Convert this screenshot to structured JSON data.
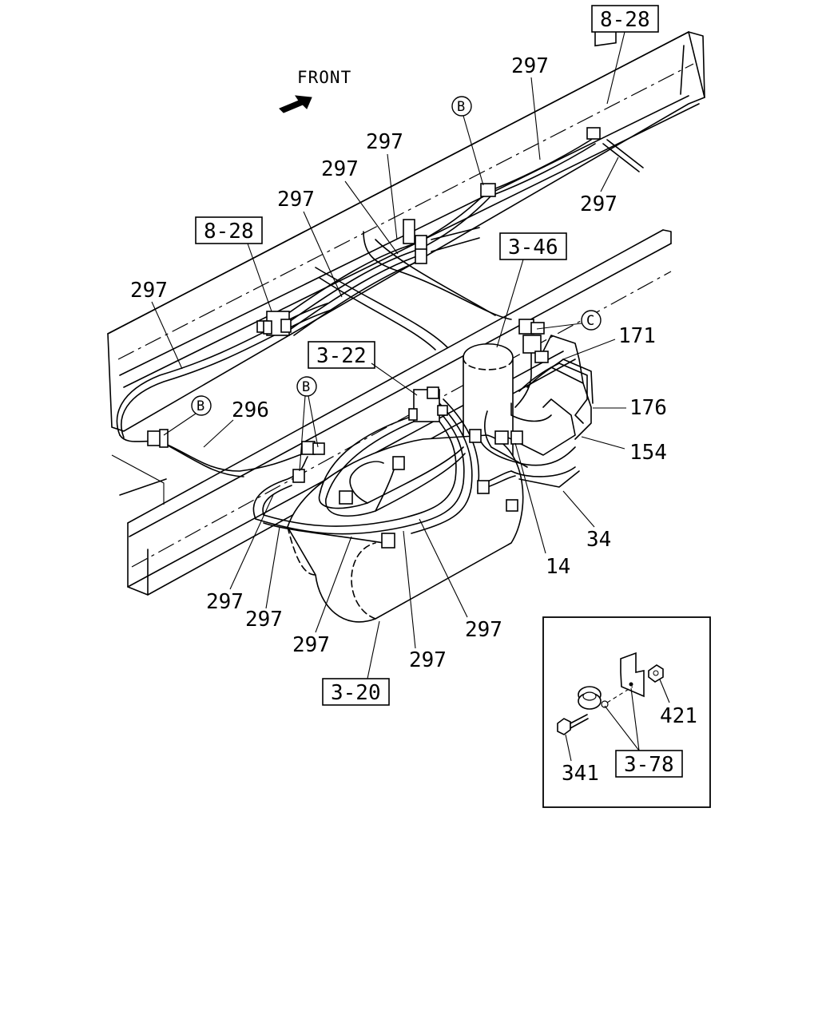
{
  "diagram": {
    "front_label": "FRONT",
    "refs": {
      "r828_top": "8-28",
      "r828_left": "8-28",
      "r346": "3-46",
      "r322": "3-22",
      "r320": "3-20",
      "r378": "3-78"
    },
    "callouts": {
      "b1": "B",
      "b2": "B",
      "b3": "B",
      "c1": "C"
    },
    "labels": {
      "n297_top": "297",
      "n297_a": "297",
      "n297_b": "297",
      "n297_c": "297",
      "n297_right": "297",
      "n297_left": "297",
      "n296": "296",
      "n171": "171",
      "n176": "176",
      "n154": "154",
      "n34": "34",
      "n14": "14",
      "n297_l1": "297",
      "n297_l2": "297",
      "n297_l3": "297",
      "n297_l4": "297",
      "n297_l5": "297",
      "n421": "421",
      "n341": "341"
    }
  }
}
